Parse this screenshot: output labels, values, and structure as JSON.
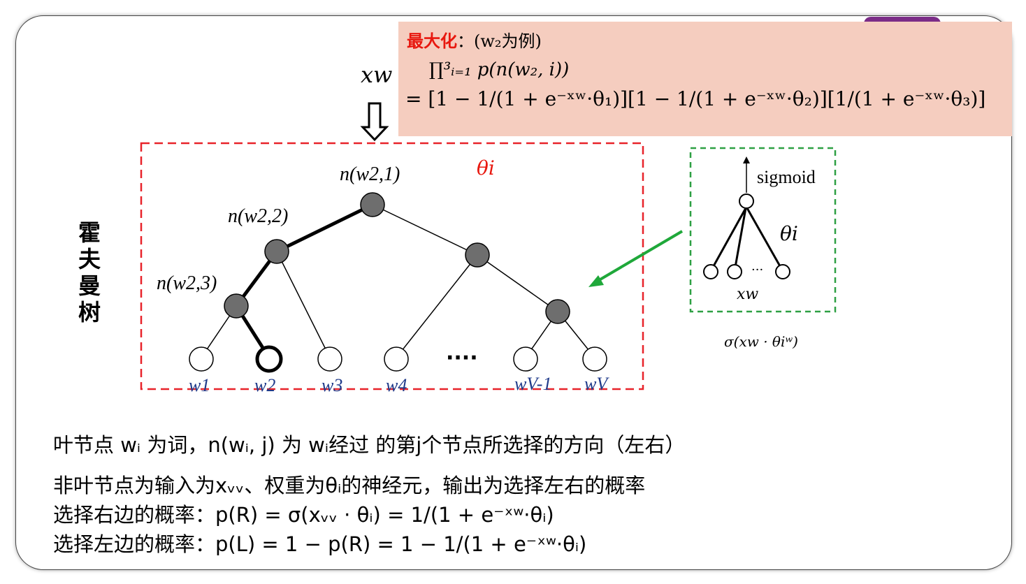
{
  "formula_box": {
    "title_strong": "最大化",
    "title_rest": "：(w₂为例)",
    "line1": "∏³ᵢ₌₁ p(n(w₂, i))",
    "line2": "= [1 − 1/(1 + e⁻ˣʷ·θ₁)][1 − 1/(1 + e⁻ˣʷ·θ₂)][1/(1 + e⁻ˣʷ·θ₃)]"
  },
  "input_label": "xw",
  "huffman_label": [
    "霍",
    "夫",
    "曼",
    "树"
  ],
  "tree": {
    "theta_label": "θi",
    "node_labels": [
      "n(w2,1)",
      "n(w2,2)",
      "n(w2,3)"
    ],
    "leaf_labels": [
      "w1",
      "w2",
      "w3",
      "w4",
      "wV-1",
      "wV"
    ],
    "ellipsis": "····"
  },
  "neuron": {
    "sigmoid_label": "sigmoid",
    "theta_label": "θi",
    "dots": "···",
    "input_label": "xw",
    "caption": "σ(xw · θiʷ)"
  },
  "bottom": {
    "line1": "叶节点 wᵢ 为词，n(wᵢ, j) 为 wᵢ经过 的第j个节点所选择的方向（左右）",
    "line2": "非叶节点为输入为xᵥᵥ、权重为θᵢ的神经元，输出为选择左右的概率",
    "line3": "选择右边的概率：p(R) = σ(xᵥᵥ · θᵢ) = 1/(1 + e⁻ˣʷ·θᵢ)",
    "line4": "选择左边的概率：p(L) = 1 − p(R) = 1 − 1/(1 + e⁻ˣʷ·θᵢ)"
  },
  "colors": {
    "formula_box_bg": "#f5cdbf",
    "title_red": "#e8180f",
    "red_dashed": "#e8232a",
    "green_dashed": "#2ea043",
    "green_arrow": "#1fa83a",
    "leaf_label": "#1f3a8a",
    "inner_node_fill": "#6e6e6e",
    "accent_purple": "#7b2c87"
  }
}
